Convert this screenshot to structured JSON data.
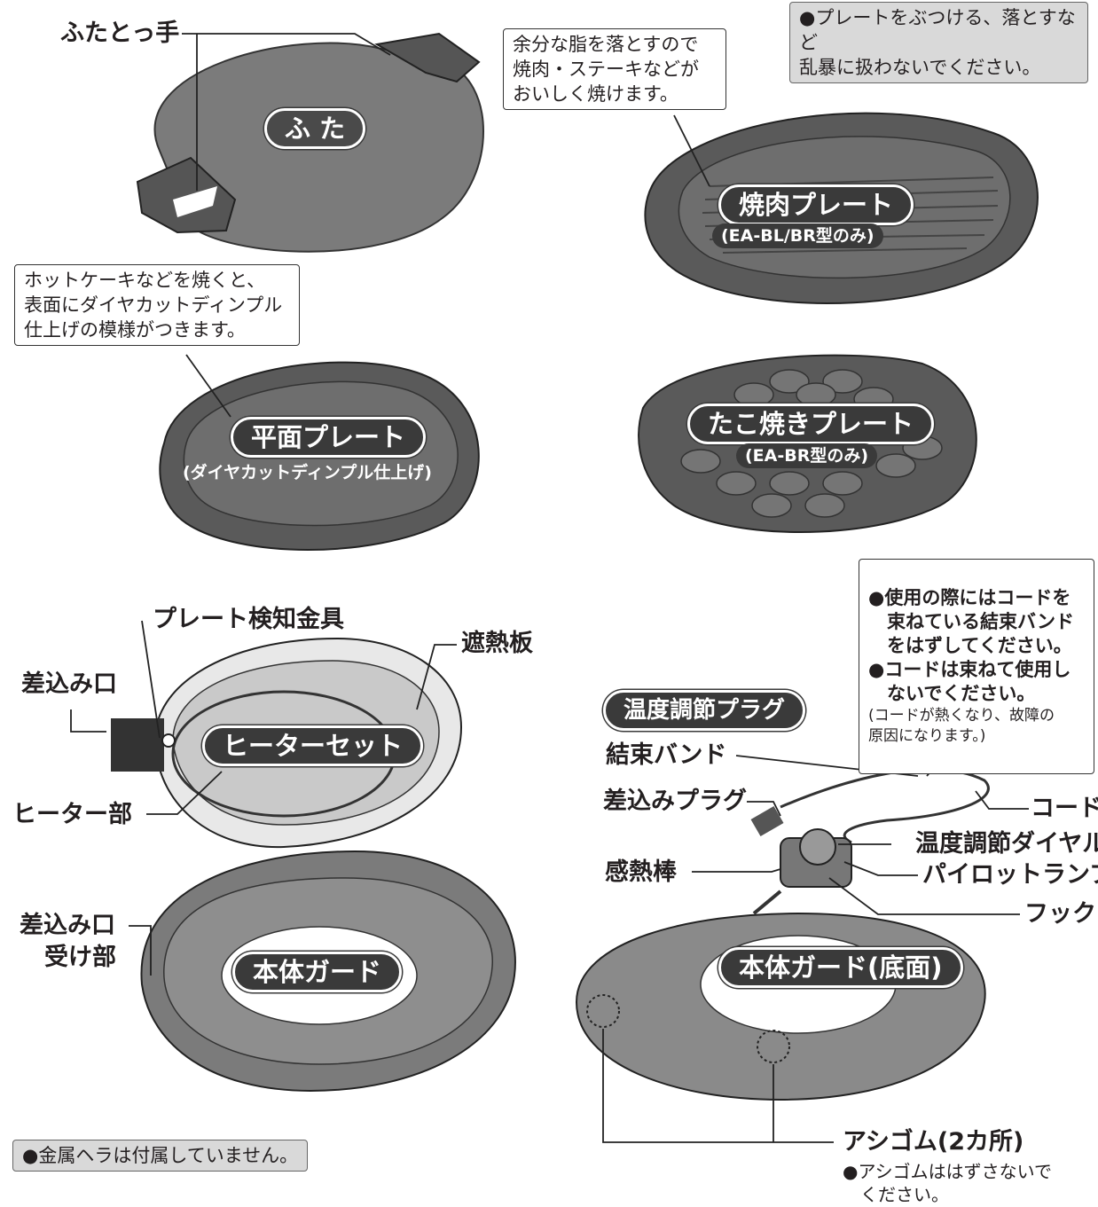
{
  "lid": {
    "handle_label": "ふたとっ手",
    "name": "ふ た"
  },
  "notes": {
    "handle_warning": "●プレートをぶつける、落とすなど\n乱暴に扱わないでください。",
    "yakiniku_callout": "余分な脂を落とすので\n焼肉・ステーキなどが\nおいしく焼けます。",
    "flat_callout": "ホットケーキなどを焼くと、\n表面にダイヤカットディンプル\n仕上げの模様がつきます。",
    "cord_notes": "●使用の際にはコードを\n　束ねている結束バンド\n　をはずしてください。\n●コードは束ねて使用し\n　ないでください。",
    "cord_notes_small": "(コードが熱くなり、故障の\n原因になります。)",
    "spatula": "●金属ヘラは付属していません。"
  },
  "plates": {
    "yakiniku": {
      "name": "焼肉プレート",
      "model": "(EA-BL/BR型のみ)"
    },
    "flat": {
      "name": "平面プレート",
      "finish": "(ダイヤカットディンプル仕上げ)"
    },
    "takoyaki": {
      "name": "たこ焼きプレート",
      "model": "(EA-BR型のみ)"
    }
  },
  "body": {
    "detector": "プレート検知金具",
    "heat_shield": "遮熱板",
    "inlet": "差込み口",
    "heater_set": "ヒーターセット",
    "heater": "ヒーター部"
  },
  "guard": {
    "inlet_receiver_1": "差込み口",
    "inlet_receiver_2": "受け部",
    "name": "本体ガード",
    "bottom_name": "本体ガード(底面)",
    "feet": "アシゴム(2カ所)",
    "feet_note": "●アシゴムははずさないで\n　ください。"
  },
  "plug": {
    "title": "温度調節プラグ",
    "band": "結束バンド",
    "plug": "差込みプラグ",
    "sensor": "感熱棒",
    "cord": "コード",
    "dial": "温度調節ダイヤル",
    "lamp": "パイロットランプ",
    "hook": "フック"
  }
}
